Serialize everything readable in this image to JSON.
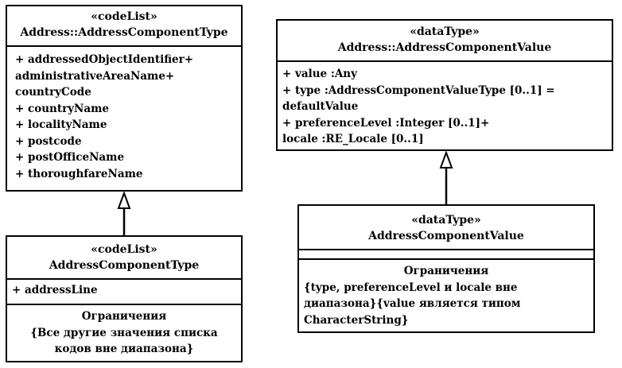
{
  "classes": {
    "codelist_main": {
      "stereotype": "«codeList»",
      "name": "Address::AddressComponentType",
      "attributes": [
        "+  addressedObjectIdentifier+",
        "administrativeAreaName+",
        "countryCode",
        "+  countryName",
        "+  localityName",
        "+  postcode",
        "+  postOfficeName",
        "+  thoroughfareName"
      ]
    },
    "datatype_main": {
      "stereotype": "«dataType»",
      "name": "Address::AddressComponentValue",
      "attributes": [
        "+  value  :Any",
        "+  type  :AddressComponentValueType [0..1] =",
        "defaultValue",
        "+  preferenceLevel  :Integer [0..1]+",
        "locale  :RE_Locale [0..1]"
      ]
    },
    "codelist_sub": {
      "stereotype": "«codeList»",
      "name": "AddressComponentType",
      "attributes": [
        "+  addressLine"
      ],
      "constraints_title": "Ограничения",
      "constraints": [
        "{Все другие значения списка",
        "кодов вне диапазона}"
      ]
    },
    "datatype_sub": {
      "stereotype": "«dataType»",
      "name": "AddressComponentValue",
      "constraints_title": "Ограничения",
      "constraints": [
        "{type, preferenceLevel и locale вне",
        "диапазона}{value является типом",
        "CharacterString}"
      ]
    }
  }
}
